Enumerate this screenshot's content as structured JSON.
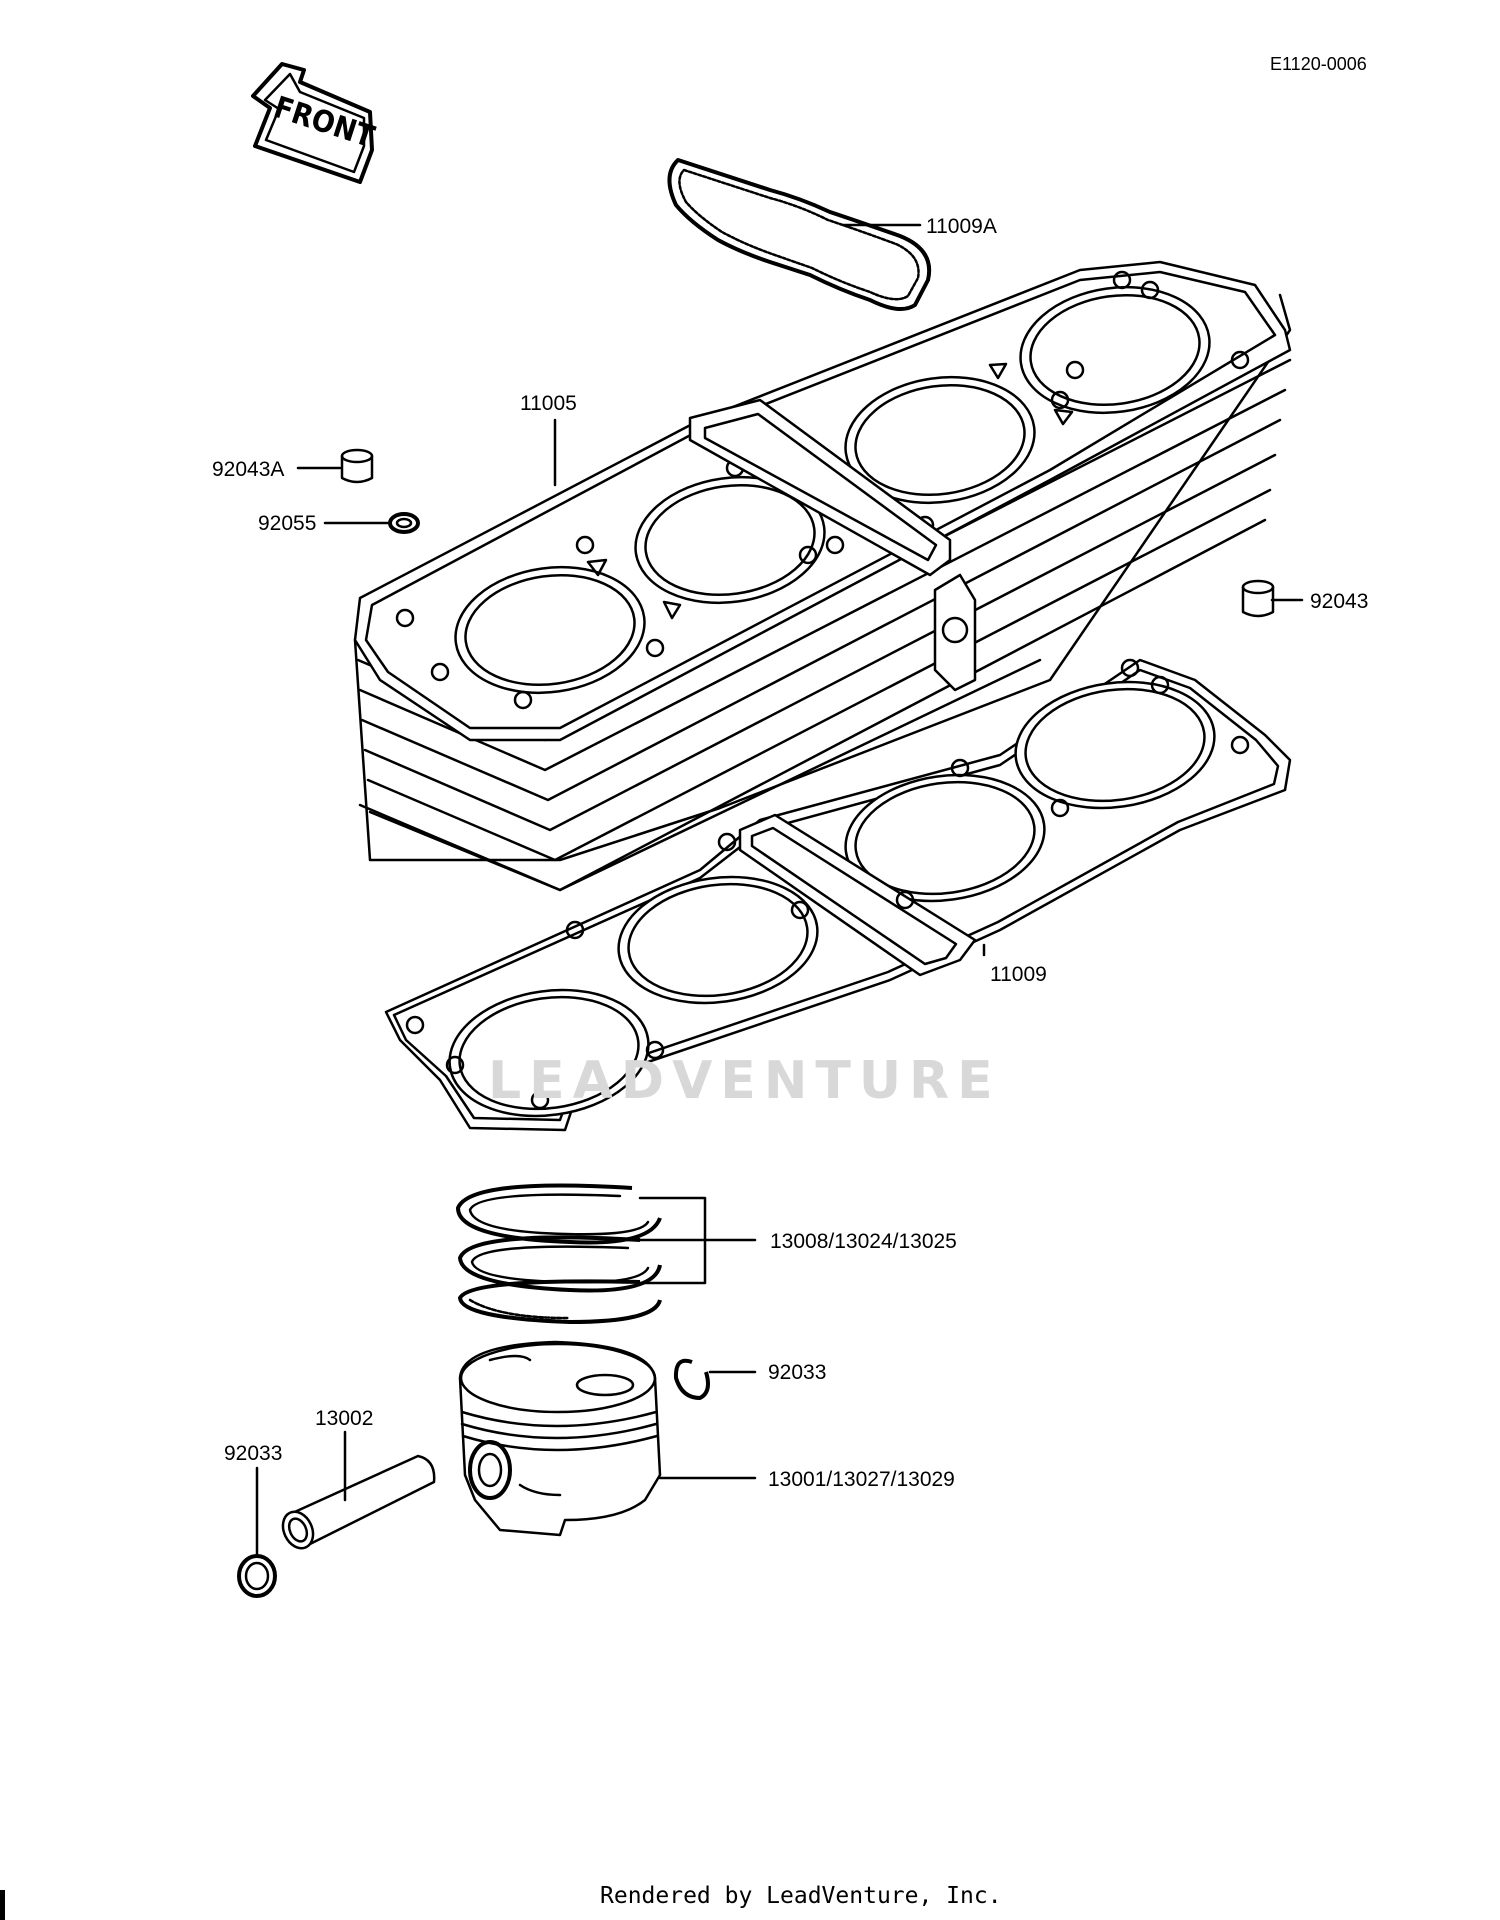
{
  "diagram_code": "E1120-0006",
  "front_label": "FRONT",
  "watermark": "LEADVENTURE",
  "footer": "Rendered by LeadVenture, Inc.",
  "callouts": {
    "valve_gasket": "11009A",
    "cylinder": "11005",
    "dowel_a": "92043A",
    "oring": "92055",
    "dowel": "92043",
    "base_gasket": "11009",
    "rings": "13008/13024/13025",
    "clip_right": "92033",
    "pin": "13002",
    "clip_left": "92033",
    "piston": "13001/13027/13029"
  }
}
